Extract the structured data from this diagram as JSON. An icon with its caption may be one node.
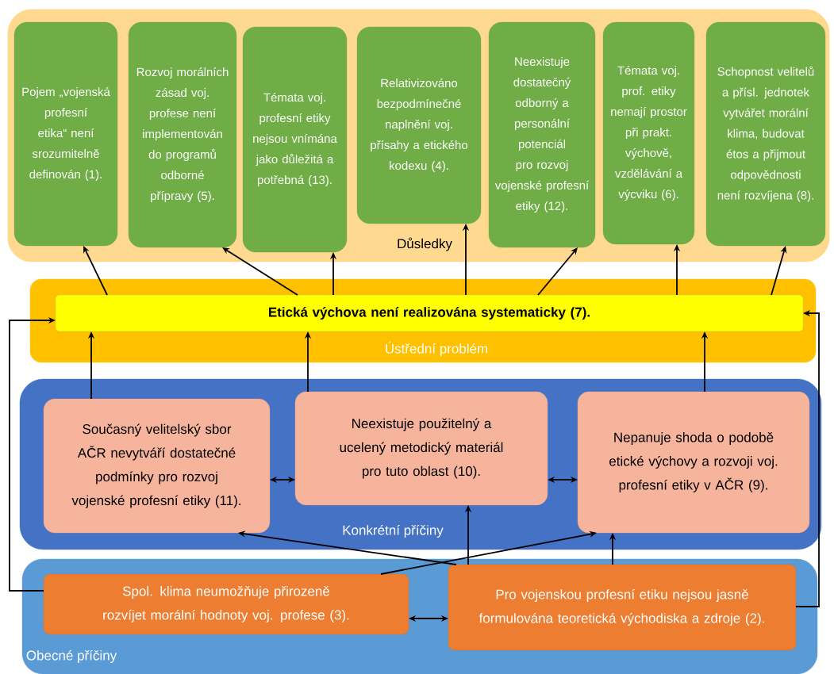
{
  "diagram": {
    "nodes": [
      {
        "text": [
          "Důsledky"
        ]
      },
      {
        "text": [
          "Pojem „vojenská profesní etika“ není srozumitelně definován (1)."
        ],
        "in": 0
      },
      {
        "text": [
          "Rozvoj morálních zásad voj. profese není implementován do programů odborné přípravy (5)."
        ],
        "in": 0
      },
      {
        "text": [
          "Témata voj. profesní etiky nejsou vnímána jako důležitá a potřebná (13)."
        ],
        "in": 0
      },
      {
        "text": [
          "Relativizováno bezpodmínečné naplnění voj. přísahy a etického kodexu (4)."
        ],
        "in": 0
      },
      {
        "text": [
          "Neexistuje dostatečný odborný a personální potenciál pro rozvoj vojenské profesní etiky (12)."
        ],
        "in": 0
      },
      {
        "text": [
          "Témata voj. prof. etiky nemají prostor při prakt. výchově, vzdělávání a výcviku (6)."
        ],
        "in": 0
      },
      {
        "text": [
          "Schopnost velitelů a přísl. jednotek vytvářet morální klima, budovat étos a přijmout odpovědnosti není rozvíjena (8)."
        ],
        "in": 0
      },
      {
        "text": [
          "Ústřední problém"
        ]
      },
      {
        "text": [
          "Etická výchova není realizována systematicky (7)."
        ],
        "in": 8
      },
      {
        "text": [
          "Konkrétní příčiny"
        ]
      },
      {
        "text": [
          "Současný velitelský sbor AČR nevytváří dostatečné podmínky pro rozvoj vojenské profesní etiky (11)."
        ],
        "in": 10
      },
      {
        "text": [
          "Neexistuje použitelný a ucelený metodický materiál pro tuto oblast (10)."
        ],
        "in": 10
      },
      {
        "text": [
          "Nepanuje shoda o podobě etické výchovy a rozvoji voj. profesní etiky v AČR (9)."
        ],
        "in": 10
      },
      {
        "text": [
          "Obecné příčiny"
        ]
      },
      {
        "text": [
          "Spol. klima neumožňuje přirozeně rozvíjet morální hodnoty voj. profese (3)."
        ],
        "in": 14
      },
      {
        "text": [
          "Pro vojenskou profesní etiku nejsou jasně formulována teoretická východiska a zdroje (2)."
        ],
        "in": 14
      }
    ],
    "edges": [
      {
        "from": 9,
        "to": 1,
        "arrow": "to"
      },
      {
        "from": 9,
        "to": 2,
        "arrow": "to"
      },
      {
        "from": 9,
        "to": 3,
        "arrow": "to"
      },
      {
        "from": 9,
        "to": 4,
        "arrow": "to"
      },
      {
        "from": 9,
        "to": 5,
        "arrow": "to"
      },
      {
        "from": 9,
        "to": 6,
        "arrow": "to"
      },
      {
        "from": 9,
        "to": 7,
        "arrow": "to"
      },
      {
        "from": 11,
        "to": 9,
        "arrow": "to"
      },
      {
        "from": 12,
        "to": 9,
        "arrow": "to"
      },
      {
        "from": 13,
        "to": 9,
        "arrow": "to"
      },
      {
        "from": 11,
        "to": 12,
        "arrow": "both"
      },
      {
        "from": 12,
        "to": 13,
        "arrow": "both"
      },
      {
        "from": 15,
        "to": 9,
        "arrow": "to"
      },
      {
        "from": 16,
        "to": 9,
        "arrow": "to"
      },
      {
        "from": 16,
        "to": 11,
        "arrow": "to"
      },
      {
        "from": 15,
        "to": 13,
        "arrow": "to"
      },
      {
        "from": 16,
        "to": 12,
        "arrow": "to"
      },
      {
        "from": 16,
        "to": 13,
        "arrow": "to"
      },
      {
        "from": 15,
        "to": 16,
        "arrow": "both"
      }
    ]
  }
}
